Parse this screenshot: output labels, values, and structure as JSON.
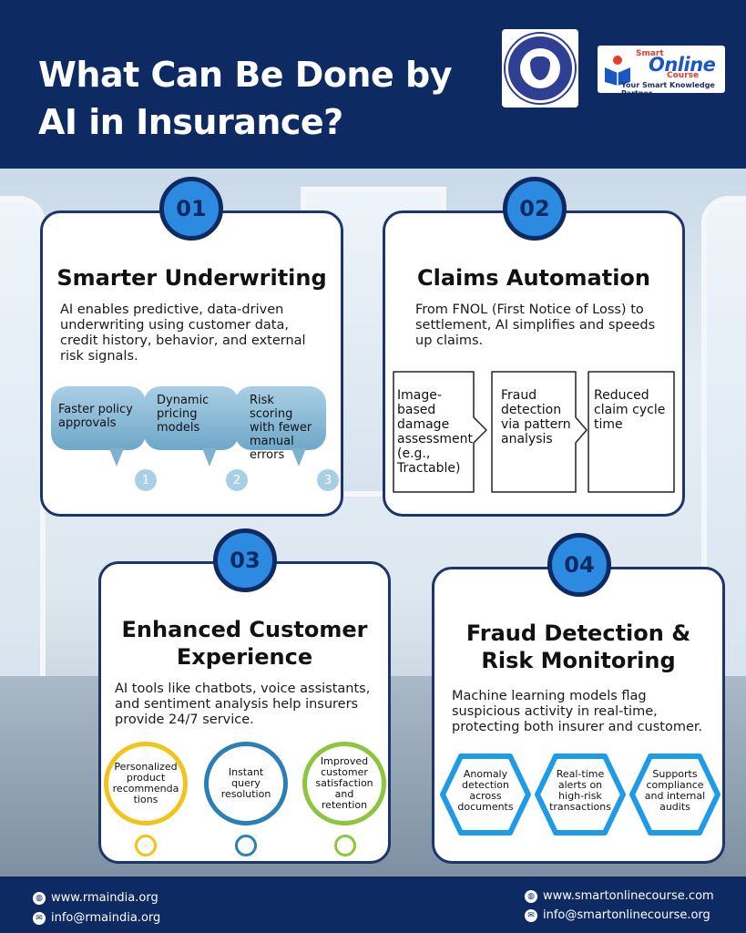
{
  "header": {
    "title_line1": "What Can Be Done by",
    "title_line2": "AI in Insurance?",
    "logo_left_icon": "rma-seal-icon",
    "logo_right": {
      "smart": "Smart",
      "online": "Online",
      "course": "Course",
      "tagline": "Your Smart Knowledge Partner"
    }
  },
  "cards": [
    {
      "number": "01",
      "title": "Smarter Underwriting",
      "desc": "AI enables predictive, data-driven underwriting using customer data, credit history, behavior, and external risk signals.",
      "items": [
        "Faster policy approvals",
        "Dynamic pricing models",
        "Risk scoring with fewer manual errors"
      ],
      "item_numbers": [
        "1",
        "2",
        "3"
      ]
    },
    {
      "number": "02",
      "title": "Claims Automation",
      "desc": "From FNOL (First Notice of Loss) to settlement, AI simplifies and speeds up claims.",
      "items": [
        "Image-based damage assessment (e.g., Tractable)",
        "Fraud detection via pattern analysis",
        "Reduced claim cycle time"
      ]
    },
    {
      "number": "03",
      "title_line1": "Enhanced Customer",
      "title_line2": "Experience",
      "desc": "AI tools like chatbots, voice assistants, and sentiment analysis help insurers provide 24/7 service.",
      "items": [
        "Personalized product recommenda tions",
        "Instant query resolution",
        "Improved customer satisfaction and retention"
      ]
    },
    {
      "number": "04",
      "title_line1": "Fraud Detection &",
      "title_line2": "Risk Monitoring",
      "desc": "Machine learning models flag suspicious activity in real-time, protecting both insurer and customer.",
      "items": [
        "Anomaly detection across documents",
        "Real-time alerts on high-risk transactions",
        "Supports compliance and internal audits"
      ]
    }
  ],
  "colors": {
    "navy": "#0e2a63",
    "badge_blue": "#2c8be0",
    "ring_yellow": "#f0c419",
    "ring_blue": "#2a7fb5",
    "ring_green": "#8cc63f",
    "hex_blue": "#1e9be6"
  },
  "footer": {
    "left_web": "www.rmaindia.org",
    "left_mail": "info@rmaindia.org",
    "right_web": "www.smartonlinecourse.com",
    "right_mail": "info@smartonlinecourse.org"
  }
}
